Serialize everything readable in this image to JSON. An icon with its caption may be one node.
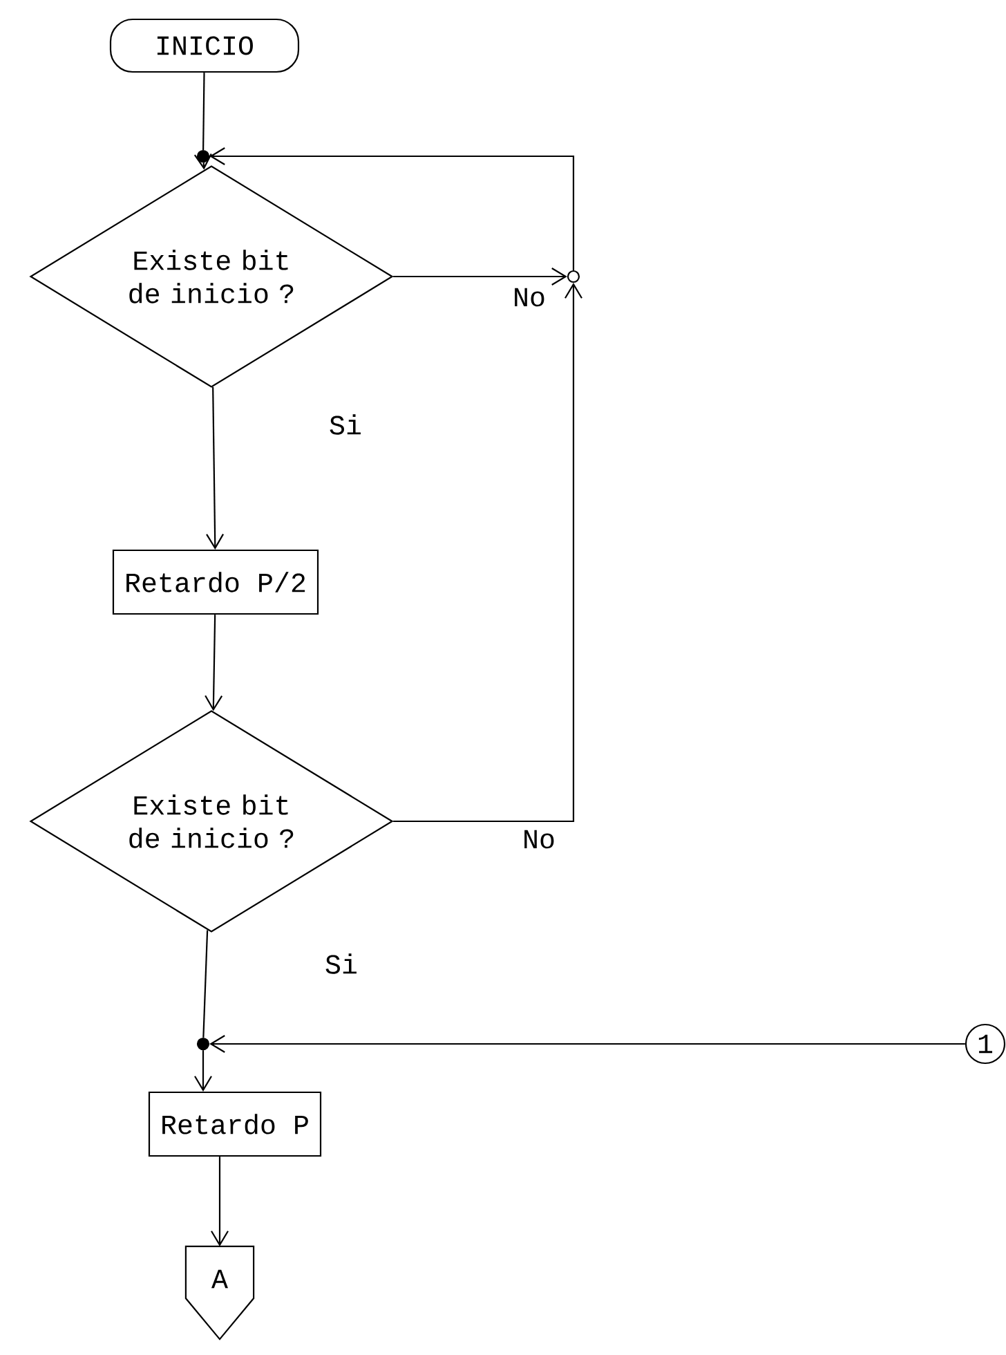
{
  "diagram": {
    "nodes": [
      {
        "text": [
          "INICIO"
        ]
      },
      {
        "text": [],
        "shape": "circle"
      },
      {
        "text": [
          "Existe bit de inicio ?"
        ]
      },
      {
        "text": [],
        "shape": "circle"
      },
      {
        "text": [
          "Retardo P/2"
        ]
      },
      {
        "text": [
          "Existe bit de inicio ?"
        ]
      },
      {
        "text": [],
        "shape": "circle"
      },
      {
        "text": [
          "1"
        ]
      },
      {
        "text": [
          "Retardo P"
        ]
      },
      {
        "text": [
          "A"
        ]
      }
    ],
    "edges": [
      {
        "from": 0,
        "to": 1,
        "arrow": "none"
      },
      {
        "from": 1,
        "to": 2,
        "arrow": "to"
      },
      {
        "from": 3,
        "to": 1,
        "arrow": "to"
      },
      {
        "from": 2,
        "to": 3,
        "arrow": "to",
        "label": "No"
      },
      {
        "from": 2,
        "to": 4,
        "arrow": "to",
        "label": "Si"
      },
      {
        "from": 4,
        "to": 5,
        "arrow": "to"
      },
      {
        "from": 5,
        "to": 3,
        "arrow": "to",
        "label": "No"
      },
      {
        "from": 5,
        "to": 6,
        "arrow": "none",
        "label": "Si"
      },
      {
        "from": 7,
        "to": 6,
        "arrow": "to"
      },
      {
        "from": 6,
        "to": 8,
        "arrow": "to"
      },
      {
        "from": 8,
        "to": 9,
        "arrow": "to"
      }
    ]
  }
}
